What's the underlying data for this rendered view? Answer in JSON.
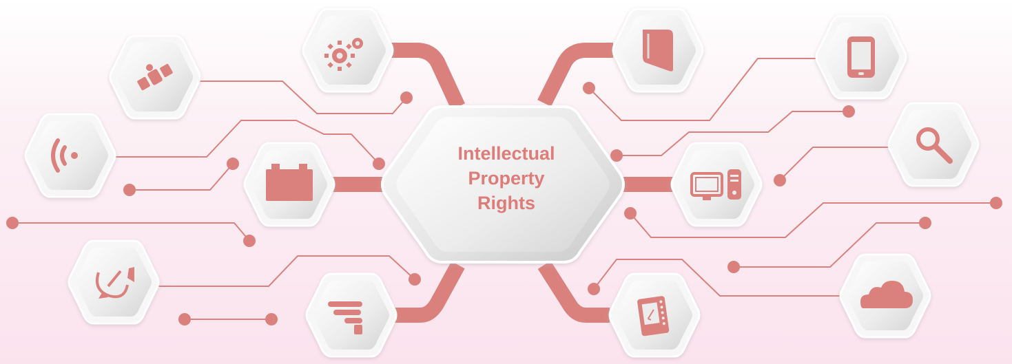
{
  "diagram": {
    "center_title_lines": [
      "Intellectual",
      "Property",
      "Rights"
    ],
    "colors": {
      "accent": "#db817d",
      "hex_face_light": "#f4f4f4",
      "hex_face_dark": "#cdcdcd",
      "background_top": "#ffffff",
      "background_bottom": "#fbe3ee"
    },
    "nodes": [
      {
        "id": "gears",
        "icon": "gears-icon"
      },
      {
        "id": "satellite",
        "icon": "satellite-icon"
      },
      {
        "id": "wifi",
        "icon": "wifi-signal-icon"
      },
      {
        "id": "battery",
        "icon": "battery-icon"
      },
      {
        "id": "radar",
        "icon": "satellite-dish-icon"
      },
      {
        "id": "hand",
        "icon": "hand-icon"
      },
      {
        "id": "book",
        "icon": "book-icon"
      },
      {
        "id": "tablet",
        "icon": "tablet-icon"
      },
      {
        "id": "search",
        "icon": "search-icon"
      },
      {
        "id": "computer",
        "icon": "desktop-computer-icon"
      },
      {
        "id": "cloud",
        "icon": "cloud-icon"
      },
      {
        "id": "phone",
        "icon": "smartphone-icon"
      }
    ]
  }
}
